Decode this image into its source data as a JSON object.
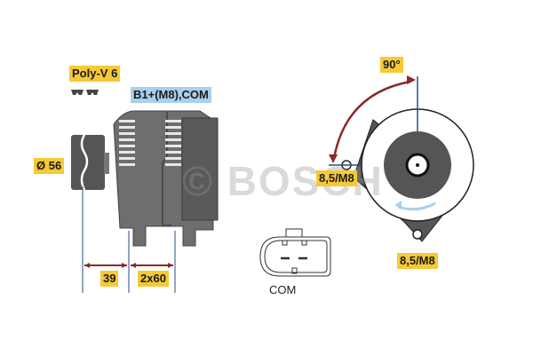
{
  "watermark": "© BOSCH",
  "labels": {
    "belt": "Poly-V 6",
    "terminal": "B1+(M8),COM",
    "pulley_diameter": "Ø 56",
    "dim_pulley": "39",
    "dim_mount": "2x60",
    "angle": "90°",
    "mount_left": "8,5/M8",
    "mount_bottom": "8,5/M8",
    "connector": "COM"
  },
  "colors": {
    "label_yellow": "#f6c935",
    "label_blue": "#a9d0ec",
    "body_gray": "#6b6b6b",
    "dimension_red": "#8b2a2a",
    "rotation_arrow": "#a9d0ec"
  }
}
